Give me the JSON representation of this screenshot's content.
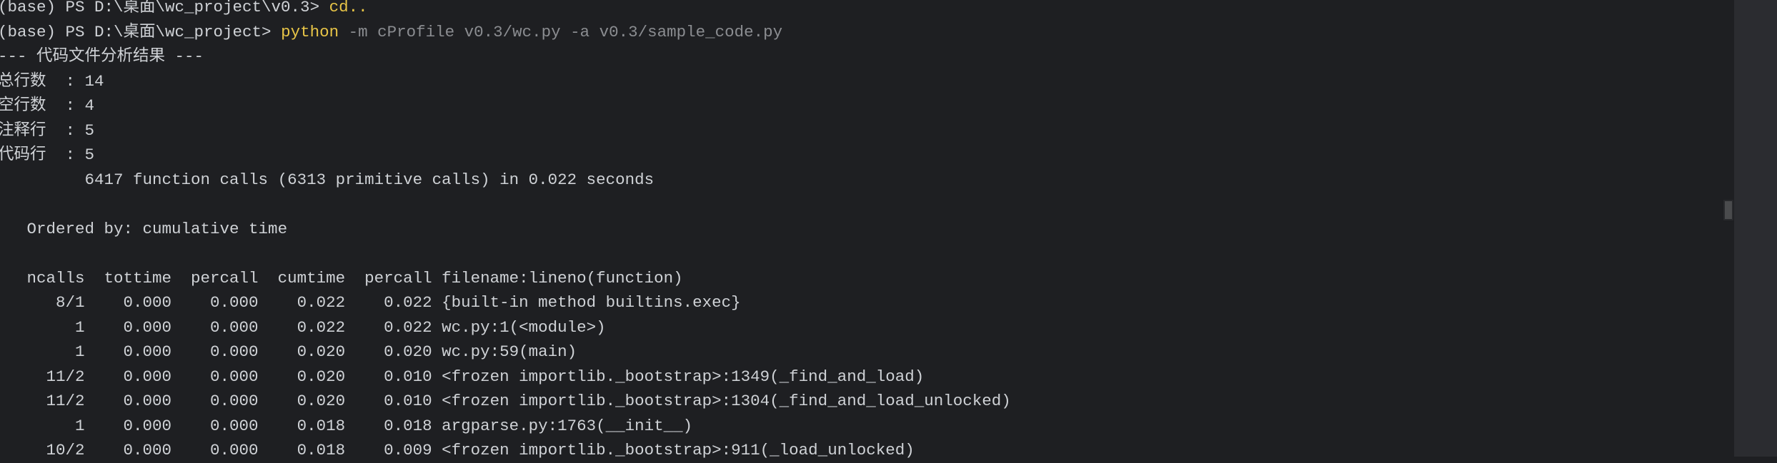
{
  "prompts": [
    {
      "prompt": "(base) PS D:\\桌面\\wc_project\\v0.3> ",
      "command": "cd..",
      "args": ""
    },
    {
      "prompt": "(base) PS D:\\桌面\\wc_project> ",
      "command": "python",
      "args": " -m cProfile v0.3/wc.py -a v0.3/sample_code.py"
    }
  ],
  "analysis": {
    "title": "--- 代码文件分析结果 ---",
    "stats": [
      {
        "label": "总行数  ",
        "value": ": 14"
      },
      {
        "label": "空行数  ",
        "value": ": 4"
      },
      {
        "label": "注释行  ",
        "value": ": 5"
      },
      {
        "label": "代码行  ",
        "value": ": 5"
      }
    ]
  },
  "profile": {
    "summary": "         6417 function calls (6313 primitive calls) in 0.022 seconds",
    "ordered_by": "   Ordered by: cumulative time",
    "header": "   ncalls  tottime  percall  cumtime  percall filename:lineno(function)",
    "rows": [
      "      8/1    0.000    0.000    0.022    0.022 {built-in method builtins.exec}",
      "        1    0.000    0.000    0.022    0.022 wc.py:1(<module>)",
      "        1    0.000    0.000    0.020    0.020 wc.py:59(main)",
      "     11/2    0.000    0.000    0.020    0.010 <frozen importlib._bootstrap>:1349(_find_and_load)",
      "     11/2    0.000    0.000    0.020    0.010 <frozen importlib._bootstrap>:1304(_find_and_load_unlocked)",
      "        1    0.000    0.000    0.018    0.018 argparse.py:1763(__init__)",
      "     10/2    0.000    0.000    0.018    0.009 <frozen importlib._bootstrap>:911(_load_unlocked)"
    ]
  },
  "colors": {
    "background": "#1e1f22",
    "text": "#cfd2d6",
    "command": "#e8c547",
    "args": "#8b8d91",
    "scrollbar_panel": "#2b2c30"
  }
}
